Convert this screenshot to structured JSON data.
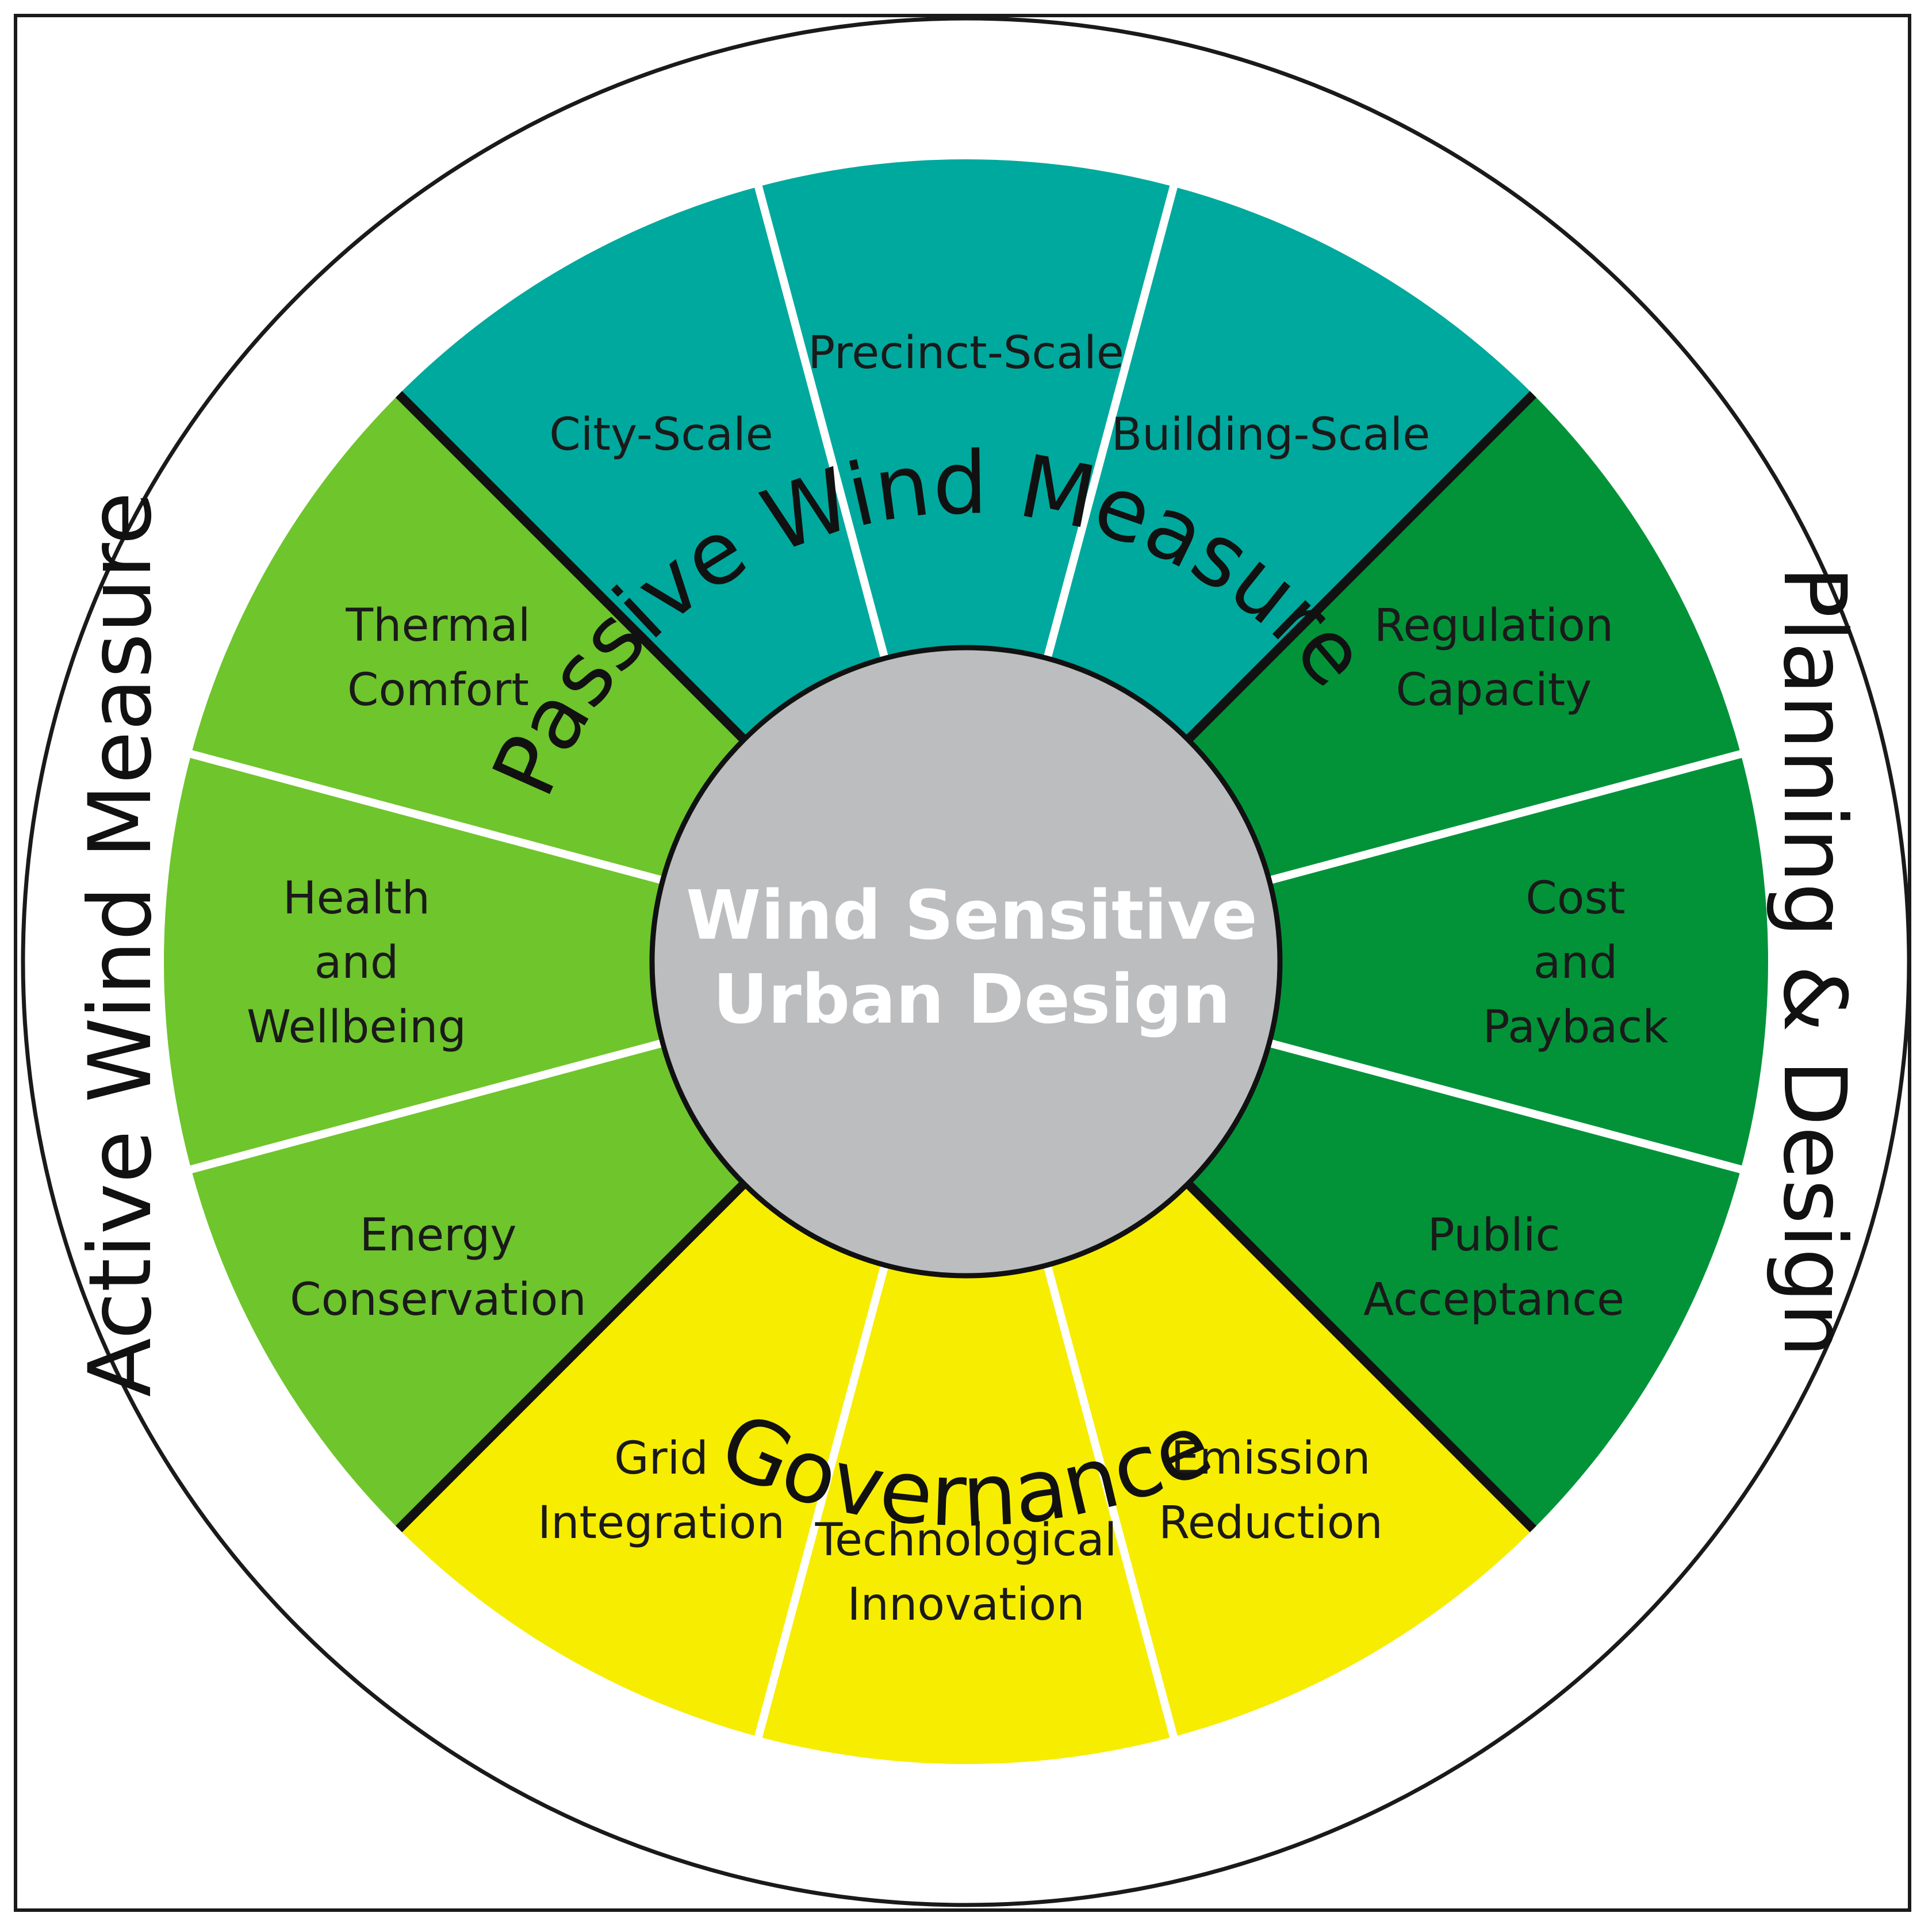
{
  "center": {
    "lines": [
      "Wind Sensitive",
      "Urban Design"
    ]
  },
  "groups": [
    {
      "key": "passive",
      "label": "Passive Wind Measure",
      "color": "#6fc52c"
    },
    {
      "key": "planning",
      "label": "Planning & Design",
      "color": "#00a99d"
    },
    {
      "key": "governance",
      "label": "Governance",
      "color": "#029339"
    },
    {
      "key": "active",
      "label": "Active Wind Measure",
      "color": "#f7ed00"
    }
  ],
  "segments": [
    {
      "group": "passive",
      "lines": [
        "Energy",
        "Conservation"
      ]
    },
    {
      "group": "passive",
      "lines": [
        "Health",
        "and",
        "Wellbeing"
      ]
    },
    {
      "group": "passive",
      "lines": [
        "Thermal",
        "Comfort"
      ]
    },
    {
      "group": "planning",
      "lines": [
        "City-Scale"
      ]
    },
    {
      "group": "planning",
      "lines": [
        "Precinct-Scale"
      ]
    },
    {
      "group": "planning",
      "lines": [
        "Building-Scale"
      ]
    },
    {
      "group": "governance",
      "lines": [
        "Regulation",
        "Capacity"
      ]
    },
    {
      "group": "governance",
      "lines": [
        "Cost",
        "and",
        "Payback"
      ]
    },
    {
      "group": "governance",
      "lines": [
        "Public",
        "Acceptance"
      ]
    },
    {
      "group": "active",
      "lines": [
        "Emission",
        "Reduction"
      ]
    },
    {
      "group": "active",
      "lines": [
        "Technological",
        "Innovation"
      ]
    },
    {
      "group": "active",
      "lines": [
        "Grid",
        "Integration"
      ]
    }
  ],
  "colors": {
    "ring_stroke": "#1a1a1a",
    "hub_fill": "#bcbdbf",
    "divider_white": "#ffffff",
    "divider_black": "#111111"
  }
}
